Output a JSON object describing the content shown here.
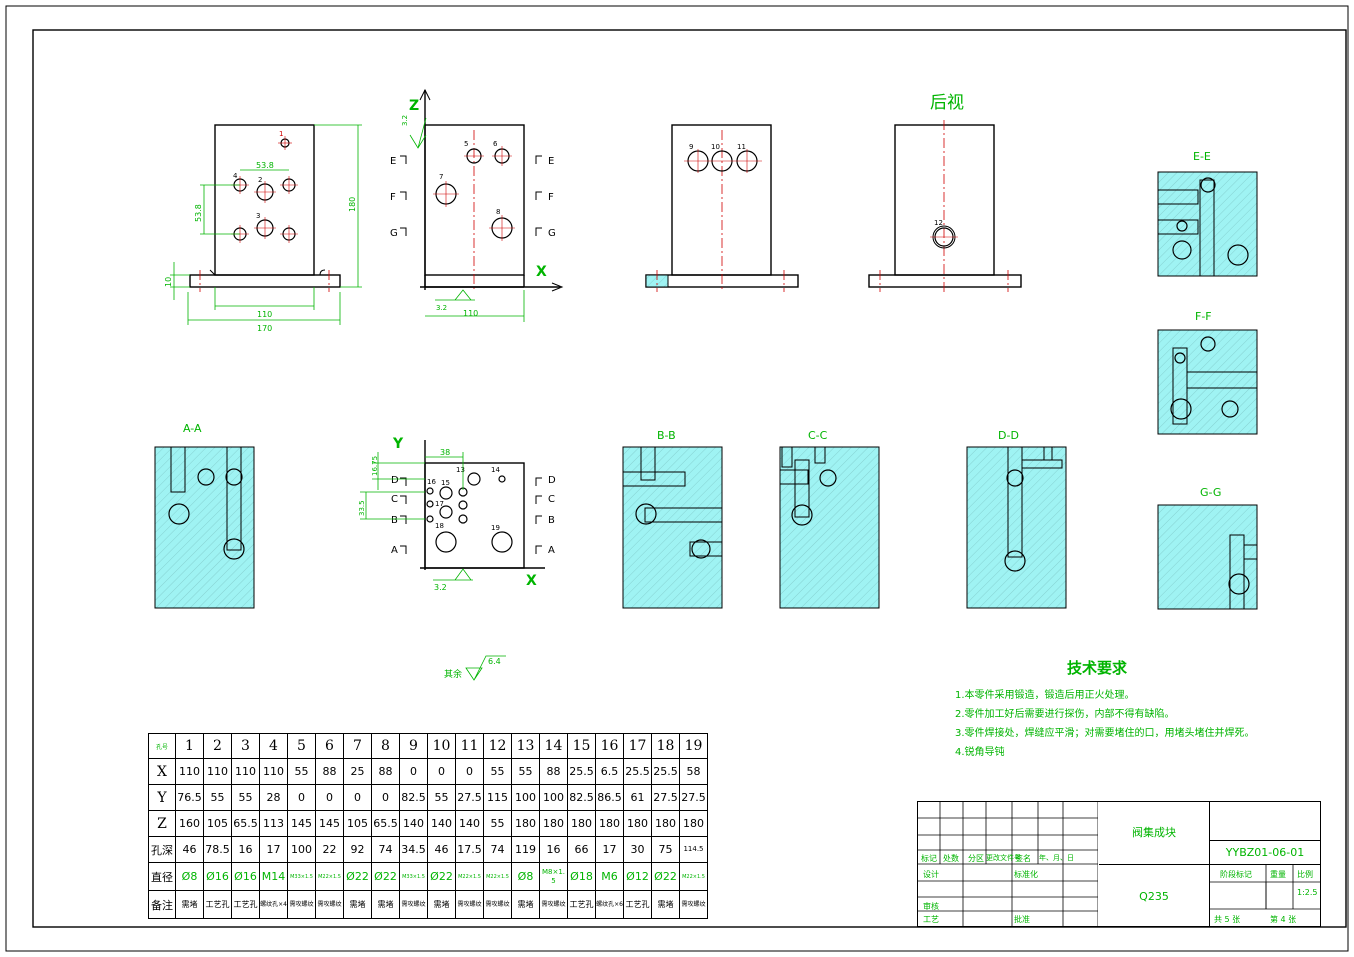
{
  "views": {
    "rear_view_title": "后视",
    "section_labels": [
      "E-E",
      "F-F",
      "G-G",
      "A-A",
      "B-B",
      "C-C",
      "D-D"
    ],
    "front_dims": {
      "w110": "110",
      "w170": "170",
      "h180": "180",
      "h10": "10",
      "d53_8_h": "53.8",
      "d53_8_v": "53.8"
    },
    "side_dims": {
      "w110": "110",
      "r32_top": "3.2",
      "r32_bottom": "3.2"
    },
    "top_dims": {
      "d38": "38",
      "d16_75": "16.75",
      "d33_5": "33.5",
      "r32": "3.2"
    },
    "axis": {
      "z": "Z",
      "x": "X",
      "y": "Y"
    },
    "cut_letters": [
      "E",
      "F",
      "G",
      "D",
      "C",
      "B",
      "A"
    ],
    "front_hole_numbers": [
      "1",
      "2",
      "3",
      "4"
    ],
    "side_hole_numbers": [
      "5",
      "6",
      "7",
      "8"
    ],
    "back_hole_numbers": [
      "9",
      "10",
      "11"
    ],
    "rear_hole_numbers": [
      "12"
    ],
    "top_hole_numbers": [
      "13",
      "14",
      "15",
      "16",
      "17",
      "18",
      "19"
    ],
    "other_roughness_label": "其余",
    "other_roughness_value": "6.4"
  },
  "tech_req": {
    "title": "技术要求",
    "items": [
      "1.本零件采用锻造，锻造后用正火处理。",
      "2.零件加工好后需要进行探伤，内部不得有缺陷。",
      "3.零件焊接处，焊缝应平滑；对需要堵住的口，用堵头堵住并焊死。",
      "4.锐角导钝"
    ]
  },
  "hole_table": {
    "corner_label": "孔号",
    "columns": [
      "1",
      "2",
      "3",
      "4",
      "5",
      "6",
      "7",
      "8",
      "9",
      "10",
      "11",
      "12",
      "13",
      "14",
      "15",
      "16",
      "17",
      "18",
      "19"
    ],
    "rows": [
      {
        "label": "X",
        "values": [
          "110",
          "110",
          "110",
          "110",
          "55",
          "88",
          "25",
          "88",
          "0",
          "0",
          "0",
          "55",
          "55",
          "88",
          "25.5",
          "6.5",
          "25.5",
          "25.5",
          "58"
        ]
      },
      {
        "label": "Y",
        "values": [
          "76.5",
          "55",
          "55",
          "28",
          "0",
          "0",
          "0",
          "0",
          "82.5",
          "55",
          "27.5",
          "115",
          "100",
          "100",
          "82.5",
          "86.5",
          "61",
          "27.5",
          "27.5"
        ]
      },
      {
        "label": "Z",
        "values": [
          "160",
          "105",
          "65.5",
          "113",
          "145",
          "145",
          "105",
          "65.5",
          "140",
          "140",
          "140",
          "55",
          "180",
          "180",
          "180",
          "180",
          "180",
          "180",
          "180"
        ]
      },
      {
        "label": "孔深",
        "values": [
          "46",
          "78.5",
          "16",
          "17",
          "100",
          "22",
          "92",
          "74",
          "34.5",
          "46",
          "17.5",
          "74",
          "119",
          "16",
          "66",
          "17",
          "30",
          "75",
          "114.5"
        ]
      },
      {
        "label": "直径",
        "values": [
          "Ø8",
          "Ø16",
          "Ø16",
          "M14",
          "M33×1.5",
          "M22×1.5",
          "Ø22",
          "Ø22",
          "M33×1.5",
          "Ø22",
          "M22×1.5",
          "M22×1.5",
          "Ø8",
          "M8×1.5",
          "Ø18",
          "M6",
          "Ø12",
          "Ø22",
          "M22×1.5"
        ]
      },
      {
        "label": "备注",
        "values": [
          "需堵",
          "工艺孔",
          "工艺孔",
          "螺纹孔×4",
          "需攻螺纹",
          "需攻螺纹",
          "需堵",
          "需堵",
          "需攻螺纹",
          "需堵",
          "需攻螺纹",
          "需攻螺纹",
          "需堵",
          "需攻螺纹",
          "工艺孔",
          "螺纹孔×6",
          "工艺孔",
          "需堵",
          "需攻螺纹"
        ]
      }
    ]
  },
  "title_block": {
    "part_name": "阀集成块",
    "drawing_no": "YYBZ01-06-01",
    "material": "Q235",
    "headers": [
      "标记",
      "处数",
      "分区",
      "更改文件号",
      "签名",
      "年、月、日"
    ],
    "design": "设计",
    "standardization": "标准化",
    "review": "审核",
    "process": "工艺",
    "approve": "批准",
    "stage_mark": "阶段标记",
    "weight": "重量",
    "scale_label": "比例",
    "scale": "1:2.5",
    "sheets_total": "共 5 张",
    "sheet_no": "第 4 张"
  },
  "colors": {
    "dimension": "#00b400",
    "centerline": "#d00000",
    "section_fill": "#9ff3f3",
    "outline": "#000000"
  }
}
